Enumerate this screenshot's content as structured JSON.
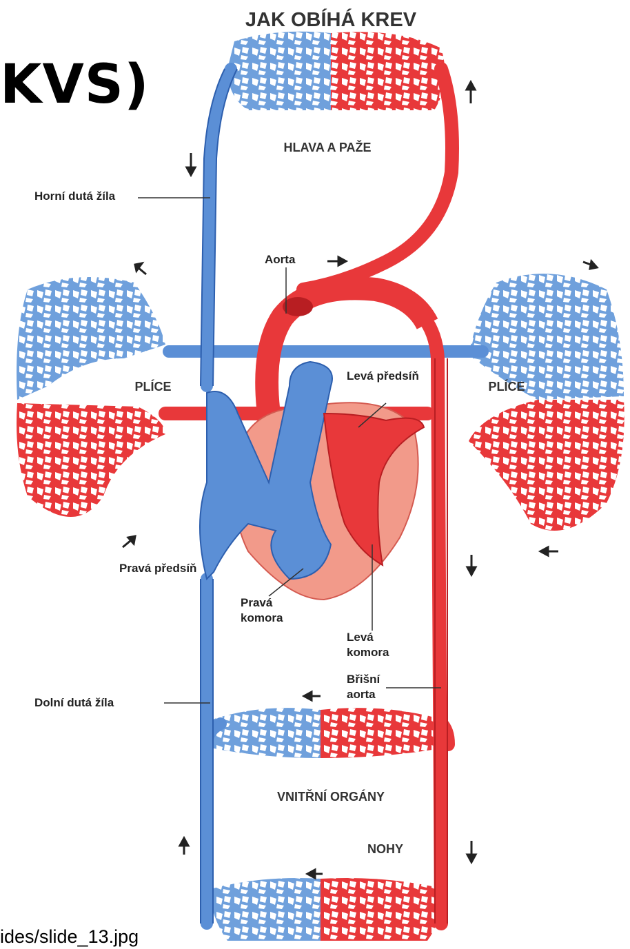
{
  "slide": {
    "title_fragment": "KVS)",
    "footer_fragment": "ides/slide_13.jpg"
  },
  "diagram": {
    "title": "JAK OBÍHÁ KREV",
    "regions": {
      "head": "HLAVA A PAŽE",
      "lung_left": "PLÍCE",
      "lung_right": "PLÍCE",
      "organs": "VNITŘNÍ ORGÁNY",
      "legs": "NOHY"
    },
    "labels": {
      "sup_vena_cava": "Horní dutá žíla",
      "aorta": "Aorta",
      "left_atrium": "Levá předsíň",
      "right_atrium": "Pravá předsíň",
      "right_ventricle_1": "Pravá",
      "right_ventricle_2": "komora",
      "left_ventricle_1": "Levá",
      "left_ventricle_2": "komora",
      "abd_aorta_1": "Břišní",
      "abd_aorta_2": "aorta",
      "inf_vena_cava": "Dolní dutá žíla"
    },
    "colors": {
      "oxygenated": "#e8383a",
      "deoxygenated": "#5b8fd6",
      "capillary_red": "#e43b3f",
      "capillary_blue": "#6fa0dc",
      "heart_tissue": "#f29a8a"
    }
  }
}
